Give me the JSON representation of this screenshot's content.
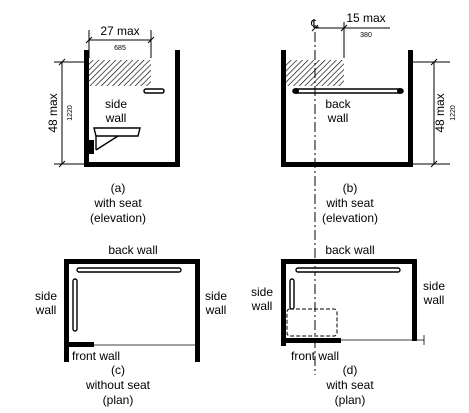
{
  "a": {
    "width_label": "27 max",
    "width_mm": "685",
    "height_label": "48 max",
    "height_mm": "1220",
    "wall_label_1": "side",
    "wall_label_2": "wall",
    "caption_id": "(a)",
    "caption_1": "with seat",
    "caption_2": "(elevation)"
  },
  "b": {
    "centerline_symbol": "℄",
    "offset_label": "15 max",
    "offset_mm": "380",
    "height_label": "48 max",
    "height_mm": "1220",
    "wall_label_1": "back",
    "wall_label_2": "wall",
    "caption_id": "(b)",
    "caption_1": "with seat",
    "caption_2": "(elevation)"
  },
  "c": {
    "back_wall": "back wall",
    "left_side_1": "side",
    "left_side_2": "wall",
    "right_side_1": "side",
    "right_side_2": "wall",
    "front_wall": "front wall",
    "caption_id": "(c)",
    "caption_1": "without seat",
    "caption_2": "(plan)"
  },
  "d": {
    "back_wall": "back wall",
    "left_side_1": "side",
    "left_side_2": "wall",
    "right_side_1": "side",
    "right_side_2": "wall",
    "front_wall": "front wall",
    "caption_id": "(d)",
    "caption_1": "with seat",
    "caption_2": "(plan)"
  }
}
